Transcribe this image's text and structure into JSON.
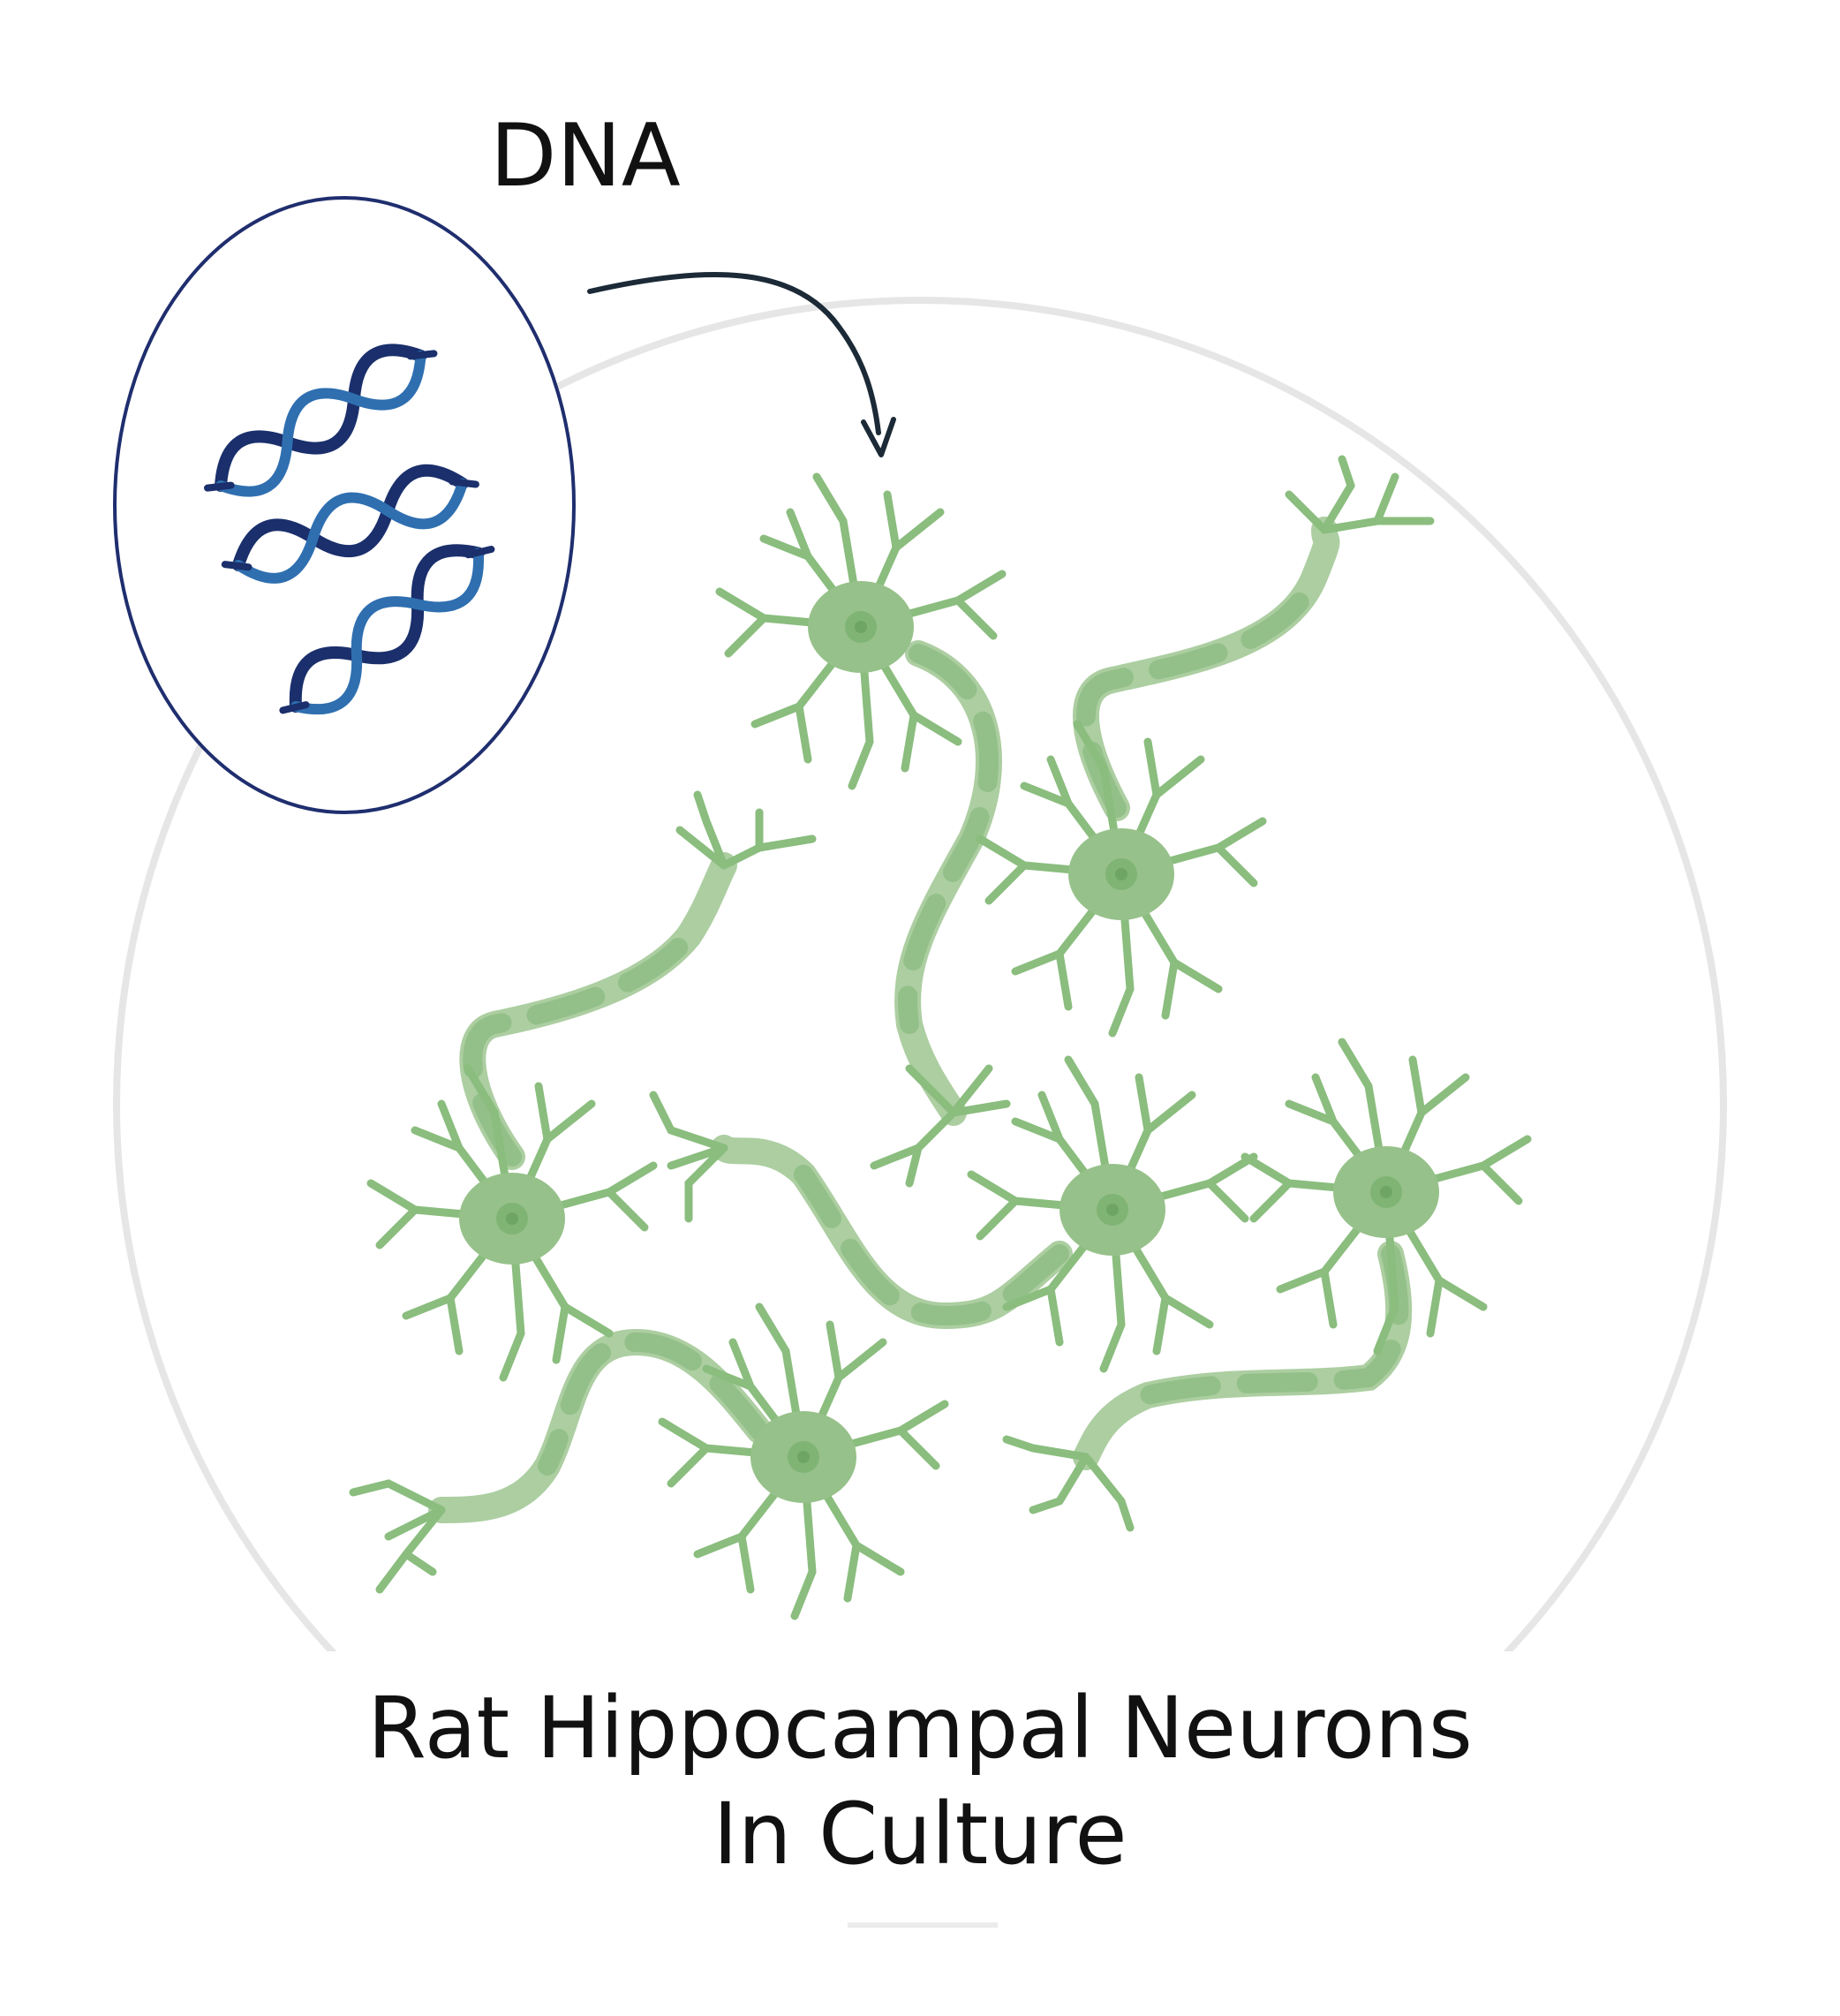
{
  "labels": {
    "dna": "DNA",
    "caption_line1": "Rat Hippocampal Neurons",
    "caption_line2": "In Culture"
  },
  "colors": {
    "dish_outline": "#e6e6e6",
    "dna_oval_outline": "#1f2e6e",
    "dna_strand_dark": "#1a2f6b",
    "dna_strand_light": "#2f6fb0",
    "neuron_green": "#8abd7e",
    "arrow": "#1b2a36"
  },
  "icons": {
    "dna": "dna-double-helix-icon",
    "neuron": "neuron-icon"
  }
}
